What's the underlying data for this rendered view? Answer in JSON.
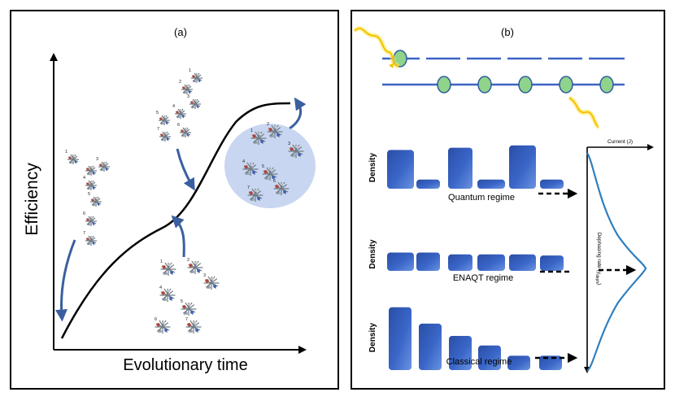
{
  "panel_a": {
    "label": "(a)",
    "y_axis_label": "Efficiency",
    "x_axis_label": "Evolutionary time",
    "cluster_numbers": [
      "1",
      "2",
      "3",
      "4",
      "5",
      "6",
      "7"
    ]
  },
  "panel_b": {
    "label": "(b)",
    "density_label": "Density",
    "regimes": [
      {
        "name": "Quantum regime",
        "bars": [
          0.85,
          0.2,
          0.9,
          0.2,
          0.95,
          0.2
        ]
      },
      {
        "name": "ENAQT regime",
        "bars": [
          0.5,
          0.5,
          0.45,
          0.45,
          0.45,
          0.42
        ]
      },
      {
        "name": "Classical regime",
        "bars": [
          0.92,
          0.68,
          0.5,
          0.36,
          0.21,
          0.21
        ]
      }
    ],
    "current_label": "Current (J)",
    "dephasing_label": "Dephasing rate (γ",
    "dephasing_subscript": "deph",
    "dephasing_close": ")"
  },
  "colors": {
    "bar_blue": "#2f56b0",
    "line_blue": "#3b64c4",
    "site_green": "#8fd48a",
    "site_outline": "#2d5aa0",
    "arrow_blue": "#3a5fa0",
    "photon_yellow": "#f2c200",
    "curve_blue": "#2f7fc0"
  }
}
